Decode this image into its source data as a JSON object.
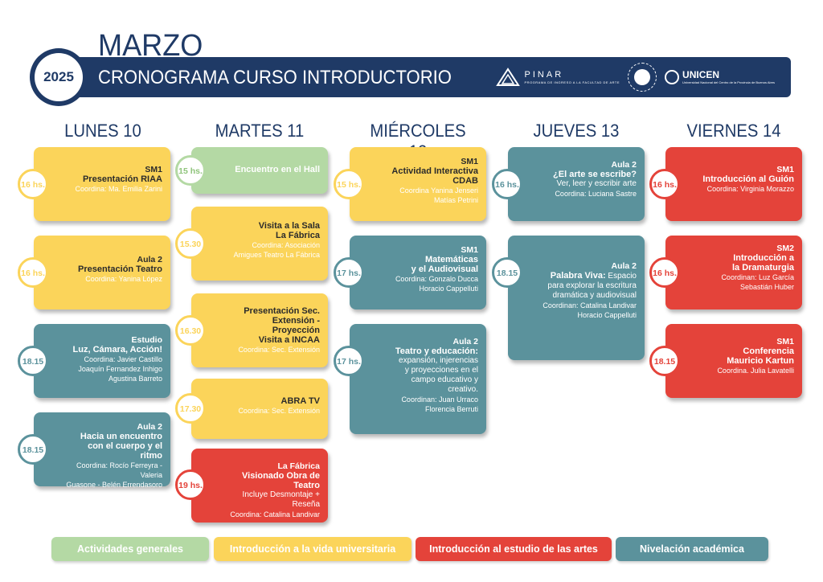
{
  "header": {
    "month": "MARZO",
    "year": "2025",
    "title": "CRONOGRAMA CURSO INTRODUCTORIO",
    "logos": {
      "pinar_name": "PINAR",
      "pinar_sub": "PROGRAMA DE INGRESO A LA FACULTAD DE ARTE",
      "unicen_name": "UNICEN",
      "unicen_sub": "Universidad Nacional del Centro de la Provincia de Buenos Aires"
    }
  },
  "days": [
    "LUNES 10",
    "MARTES 11",
    "MIÉRCOLES 12",
    "JUEVES 13",
    "VIERNES 14"
  ],
  "colors": {
    "general": "#b4d9a4",
    "university": "#fbd45a",
    "arts": "#e4433a",
    "academic": "#5b929c",
    "navy": "#1f3a66"
  },
  "events": {
    "mon1": {
      "time": "16 hs.",
      "room": "SM1",
      "title": "Presentación RIAA",
      "coord": "Coordina: Ma. Emilia Zarini"
    },
    "mon2": {
      "time": "16 hs.",
      "room": "Aula 2",
      "title": "Presentación Teatro",
      "coord": "Coordina: Yanina López"
    },
    "mon3": {
      "time": "18.15",
      "room": "Estudio",
      "title": "Luz, Cámara, Acción!",
      "coord1": "Coordina: Javier Castillo",
      "coord2": "Joaquín Fernandez Inhigo",
      "coord3": "Agustina Barreto"
    },
    "mon4": {
      "time": "18.15",
      "room": "Aula 2",
      "title1": "Hacia un encuentro",
      "title2": "con el cuerpo y el ritmo",
      "coord1": "Coordina: Rocío Ferreyra - Valeria",
      "coord2": "Guasone - Belén Errendasoro"
    },
    "tue1": {
      "time": "15 hs.",
      "title": "Encuentro en el Hall"
    },
    "tue2": {
      "time": "15.30",
      "title1": "Visita a la Sala",
      "title2": "La Fábrica",
      "coord1": "Coordina: Asociación",
      "coord2": "Amigues Teatro La Fábrica"
    },
    "tue3": {
      "time": "16.30",
      "title1": "Presentación Sec.",
      "title2": "Extensión - Proyección",
      "title3": "Visita a INCAA",
      "coord": "Coordina: Sec. Extensión"
    },
    "tue4": {
      "time": "17.30",
      "title": "ABRA TV",
      "coord": "Coordina:  Sec. Extensión"
    },
    "tue5": {
      "time": "19 hs.",
      "room": "La Fábrica",
      "title": "Visionado Obra de Teatro",
      "desc": "Incluye Desmontaje + Reseña",
      "coord": "Coordina: Catalina Landivar"
    },
    "wed1": {
      "time": "15 hs.",
      "room": "SM1",
      "title1": "Actividad Interactiva",
      "title2": "CDAB",
      "coord1": "Coordina Yanina Jenseri",
      "coord2": "Matías Petrini"
    },
    "wed2": {
      "time": "17 hs.",
      "room": "SM1",
      "title1": "Matemáticas",
      "title2": "y el Audiovisual",
      "coord1": "Coordina: Gonzalo Ducca",
      "coord2": "Horacio Cappelluti"
    },
    "wed3": {
      "time": "17 hs.",
      "room": "Aula 2",
      "title": "Teatro y educación:",
      "desc1": "expansión, injerencias",
      "desc2": "y proyecciones en el",
      "desc3": "campo educativo y creativo.",
      "coord1": "Coordinan: Juan Urraco",
      "coord2": "Florencia Berruti"
    },
    "thu1": {
      "time": "16 hs.",
      "room": "Aula 2",
      "title": "¿El arte se escribe?",
      "desc": "Ver, leer y escribir arte",
      "coord": "Coordina: Luciana Sastre"
    },
    "thu2": {
      "time": "18.15",
      "room": "Aula 2",
      "title": "Palabra Viva:",
      "desc0": "Espacio",
      "desc1": "para explorar la escritura",
      "desc2": "dramática y audiovisual",
      "coord1": "Coordinan: Catalina Landivar",
      "coord2": "Horacio Cappelluti"
    },
    "fri1": {
      "time": "16 hs.",
      "room": "SM1",
      "title": "Introducción al Guión",
      "coord": "Coordina: Virginia Morazzo"
    },
    "fri2": {
      "time": "16 hs.",
      "room": "SM2",
      "title1": "Introducción a",
      "title2": "la Dramaturgia",
      "coord1": "Coordinan: Luz García",
      "coord2": "Sebastián Huber"
    },
    "fri3": {
      "time": "18.15",
      "room": "SM1",
      "title1": "Conferencia",
      "title2": "Mauricio Kartun",
      "coord": "Coordina. Julia Lavatelli"
    }
  },
  "legend": {
    "general": "Actividades generales",
    "university": "Introducción a la vida universitaria",
    "arts": "Introducción al estudio de las artes",
    "academic": "Nivelación académica"
  }
}
